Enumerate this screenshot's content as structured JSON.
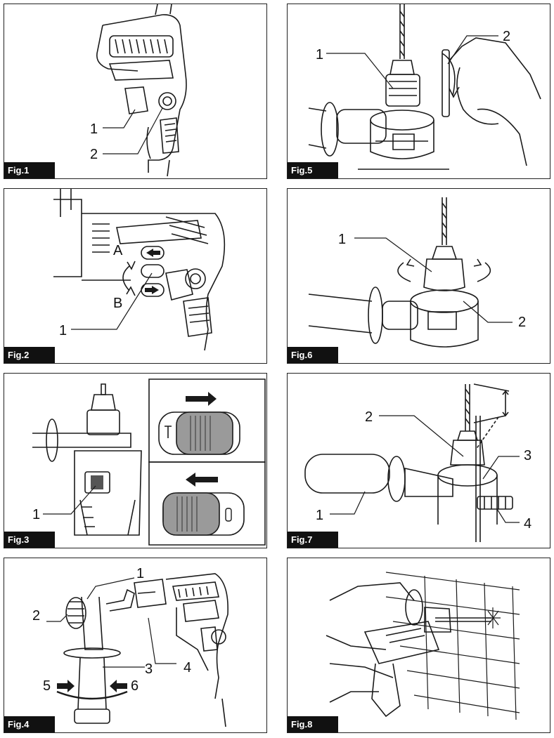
{
  "figures": [
    {
      "id": "fig1",
      "label": "Fig.1",
      "callouts": [
        "1",
        "2"
      ]
    },
    {
      "id": "fig5",
      "label": "Fig.5",
      "callouts": [
        "1",
        "2"
      ]
    },
    {
      "id": "fig2",
      "label": "Fig.2",
      "callouts": [
        "A",
        "B",
        "1"
      ]
    },
    {
      "id": "fig6",
      "label": "Fig.6",
      "callouts": [
        "1",
        "2"
      ]
    },
    {
      "id": "fig3",
      "label": "Fig.3",
      "callouts": [
        "1"
      ]
    },
    {
      "id": "fig7",
      "label": "Fig.7",
      "callouts": [
        "2",
        "3",
        "1",
        "4"
      ]
    },
    {
      "id": "fig4",
      "label": "Fig.4",
      "callouts": [
        "1",
        "2",
        "3",
        "4",
        "5",
        "6"
      ]
    },
    {
      "id": "fig8",
      "label": "Fig.8",
      "callouts": []
    }
  ],
  "colors": {
    "line": "#1a1a1a",
    "fill_gray": "#9a9a9a",
    "label_bg": "#111111"
  },
  "icons": [
    "arrow-right-icon",
    "arrow-left-icon",
    "rotation-arrow-icon",
    "hammer-symbol-icon",
    "drill-symbol-icon",
    "spark-icon"
  ]
}
